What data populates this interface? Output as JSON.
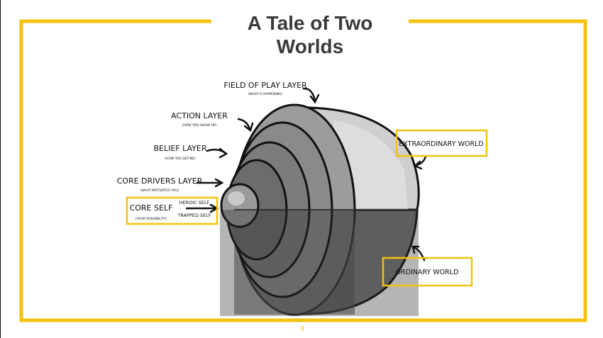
{
  "slide": {
    "title": "A Tale of Two Worlds",
    "page_number": "3",
    "accent_color": "#f4c20d"
  },
  "diagram": {
    "layers": [
      {
        "label": "FIELD OF PLAY LAYER",
        "sub": "(WHAT'S HAPPENING)"
      },
      {
        "label": "ACTION LAYER",
        "sub": "(HOW YOU SHOW UP)"
      },
      {
        "label": "BELIEF LAYER",
        "sub": "(HOW YOU DEFINE)"
      },
      {
        "label": "CORE DRIVERS LAYER",
        "sub": "(WHAT MOTIVATES YOU)"
      }
    ],
    "core_self": {
      "label": "CORE SELF",
      "sub": "(YOUR POSSIBILITY)"
    },
    "heroic_self": "HEROIC SELF",
    "trapped_self": "TRAPPED SELF",
    "extraordinary_world": "EXTRAORDINARY WORLD",
    "ordinary_world": "ORDINARY WORLD"
  }
}
